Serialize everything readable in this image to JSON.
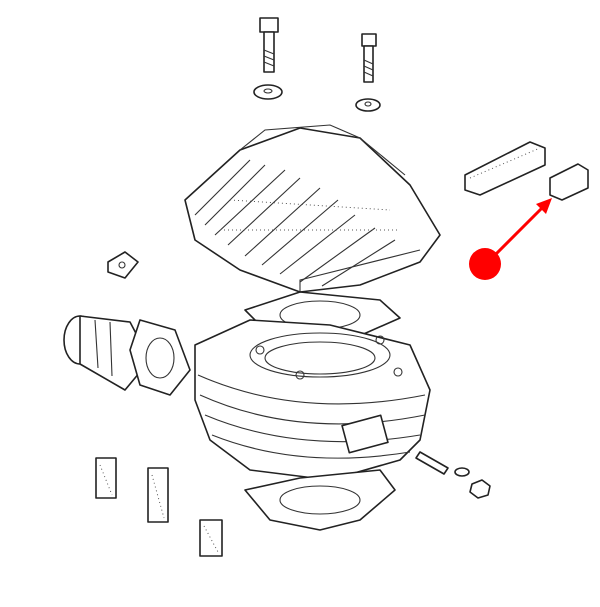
{
  "diagram": {
    "background": "#ffffff",
    "line_color": "#222222",
    "highlight_color": "#ff0000",
    "highlight": {
      "marker": "red-dot",
      "pointer": "red-arrow",
      "target_part": "small-rubber-damper-block"
    },
    "parts": [
      "cylinder-head-bolt",
      "stud-bolt",
      "washer",
      "cylinder-head",
      "head-gasket",
      "cylinder",
      "base-gasket",
      "intake-manifold",
      "intake-gasket",
      "clamp-bracket",
      "rubber-damper-block-long",
      "rubber-damper-block-small",
      "exhaust-stud",
      "nut"
    ]
  }
}
